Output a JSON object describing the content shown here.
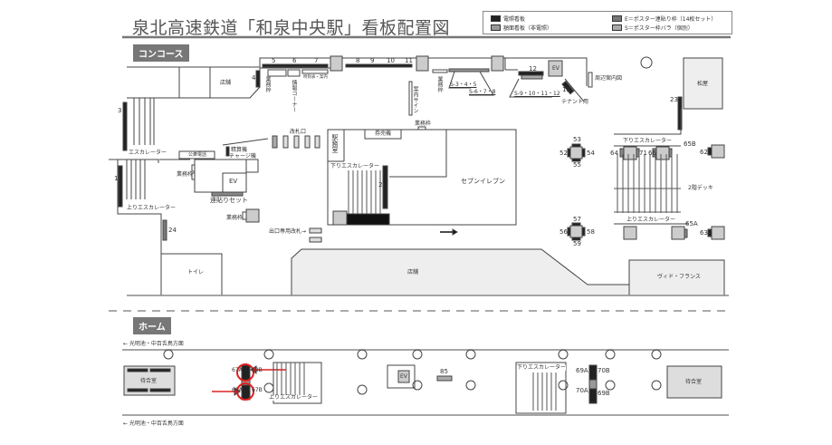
{
  "title": "泉北高速鉄道「和泉中央駅」看板配置図",
  "legend": {
    "illuminated": "電照看板",
    "framed": "額面看板（非電照）",
    "e_frame": "E＝ポスター連貼り枠（14枚セット）",
    "s_frame": "S＝ポスター枠バラ（個別）",
    "colors": {
      "illuminated": "#222222",
      "framed": "#999999"
    }
  },
  "concourse": {
    "section_label": "コンコース",
    "store_left": "店舗",
    "business_frame": "業務枠",
    "info_corner": "情報コーナー",
    "timetable": "時刻表・案内",
    "guide_sign": "案内サイン",
    "s_345": "S-3・4・5",
    "s_678": "S-6・7・8",
    "s_9_12": "S-9・10・11・12",
    "tenant": "テナント用",
    "area_map": "周辺案内図",
    "matsuya": "松屋",
    "ticket_gate": "改札口",
    "fare_adjust": "精算機",
    "charge_machine": "チャージ機",
    "payphone": "公衆電話",
    "ev": "EV",
    "poster_set": "連貼りセット",
    "escalator": "エスカレーター",
    "up_escalator": "上りエスカレーター",
    "down_escalator": "下りエスカレーター",
    "station_office": "駅務室",
    "ticket_machine": "券売機",
    "seven_eleven": "セブンイレブン",
    "exit_gate": "出口専用改札→",
    "toilet": "トイレ",
    "store_main": "店舗",
    "vie_de_france": "ヴィド・フランス",
    "deck": "2階デッキ",
    "numbers": {
      "n1": "1",
      "n2": "2",
      "n3": "3",
      "n4": "4",
      "n5": "5",
      "n6": "6",
      "n7": "7",
      "n8": "8",
      "n9": "9",
      "n10": "10",
      "n11": "11",
      "n12": "12",
      "n13": "13",
      "n23": "23",
      "n24": "24",
      "n52": "52",
      "n53": "53",
      "n54": "54",
      "n55": "55",
      "n56": "56",
      "n57": "57",
      "n58": "58",
      "n59": "59",
      "n62": "62",
      "n63": "63",
      "n64": "64",
      "n65a": "65A",
      "n65b": "65B",
      "n66": "66",
      "n71": "71"
    }
  },
  "platform": {
    "section_label": "ホーム",
    "direction_top": "← 光明池・中百舌鳥方面",
    "direction_bottom": "← 光明池・中百舌鳥方面",
    "waiting_room": "待合室",
    "ev": "EV",
    "up_escalator": "上りエスカレーター",
    "down_escalator": "下りエスカレーター",
    "numbers": {
      "n67a": "67A",
      "n68b": "68B",
      "n68a": "68A",
      "n67b": "67B",
      "n85": "85",
      "n69a": "69A",
      "n70b": "70B",
      "n70a": "70A",
      "n69b": "69B"
    },
    "highlight_color": "#e02020"
  }
}
